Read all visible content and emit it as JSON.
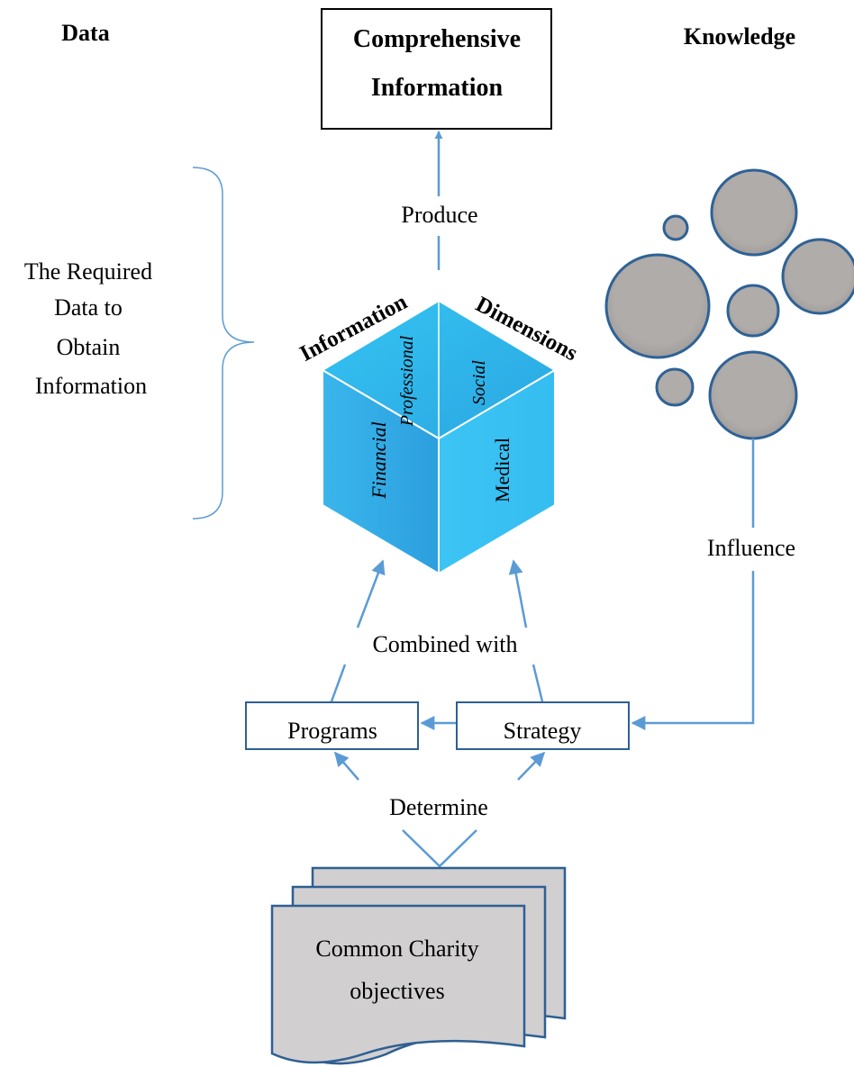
{
  "headers": {
    "left": "Data",
    "right": "Knowledge"
  },
  "top_box": {
    "line1": "Comprehensive",
    "line2": "Information"
  },
  "labels": {
    "produce": "Produce",
    "influence": "Influence",
    "combined_with": "Combined with",
    "determine": "Determine"
  },
  "required_data": {
    "line1": "The Required",
    "line2": "Data to",
    "line3": "Obtain",
    "line4": "Information"
  },
  "cube": {
    "title_left": "Information",
    "title_right": "Dimensions",
    "face_financial": "Financial",
    "face_professional": "Professional",
    "face_social": "Social",
    "face_medical": "Medical"
  },
  "boxes": {
    "programs": "Programs",
    "strategy": "Strategy"
  },
  "objectives": {
    "line1": "Common Charity",
    "line2": "objectives"
  },
  "colors": {
    "arrow_blue": "#5b9bd5",
    "cube_light": "#35c0f0",
    "cube_dark": "#2fa9e6",
    "circle_fill": "#aeaaa8",
    "circle_stroke": "#2e6296",
    "doc_fill": "#d1cfd0",
    "doc_stroke": "#2e5f93"
  }
}
